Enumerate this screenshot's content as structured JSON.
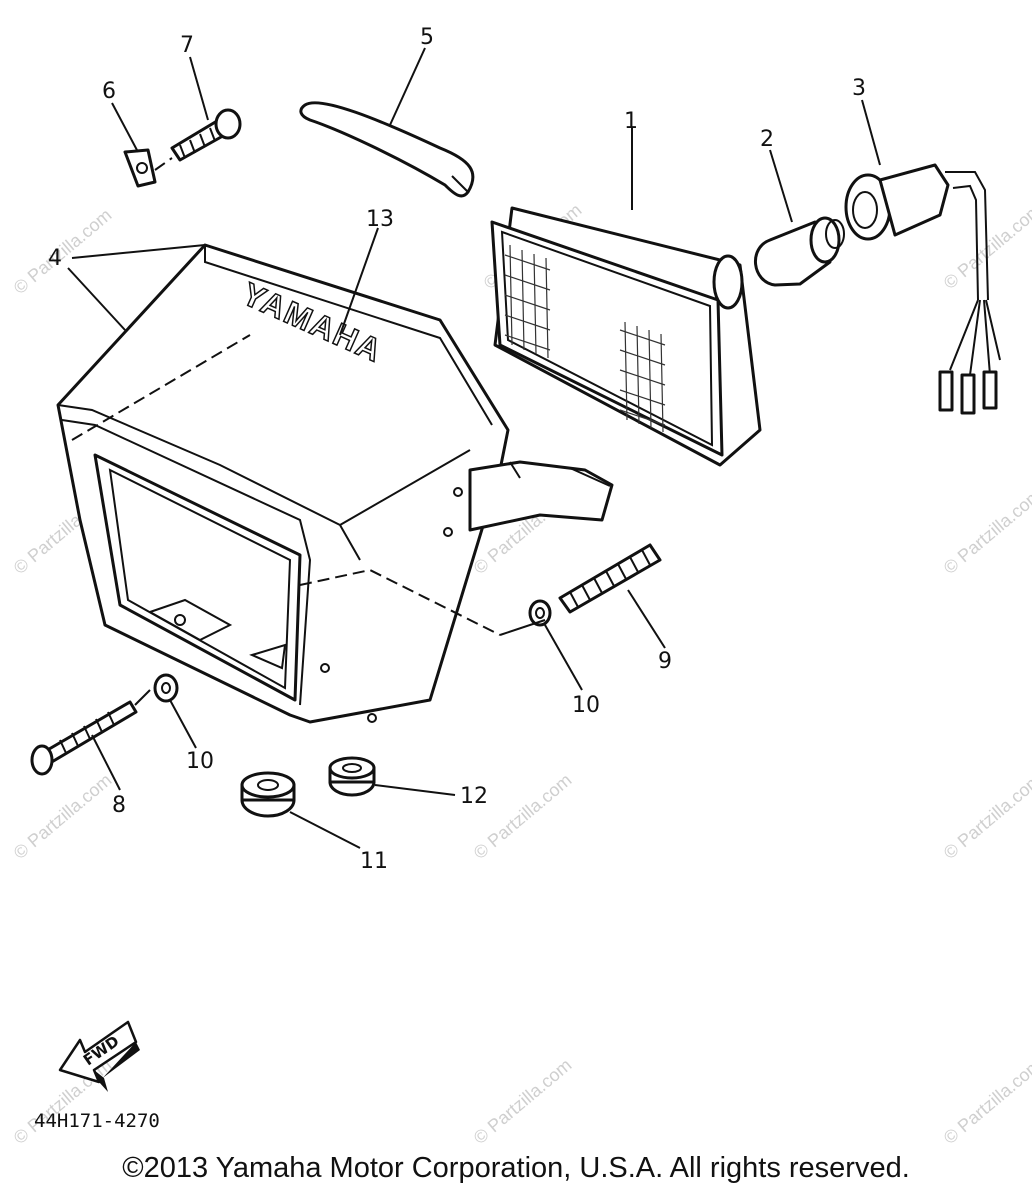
{
  "callouts": [
    "1",
    "2",
    "3",
    "4",
    "5",
    "6",
    "7",
    "8",
    "9",
    "10",
    "10",
    "11",
    "12",
    "13"
  ],
  "watermark": "© Partzilla.com",
  "brand_text": "YAMAHA",
  "fwd_label": "FWD",
  "part_number": "44H171-4270",
  "copyright": "©2013 Yamaha Motor Corporation, U.S.A. All rights reserved."
}
